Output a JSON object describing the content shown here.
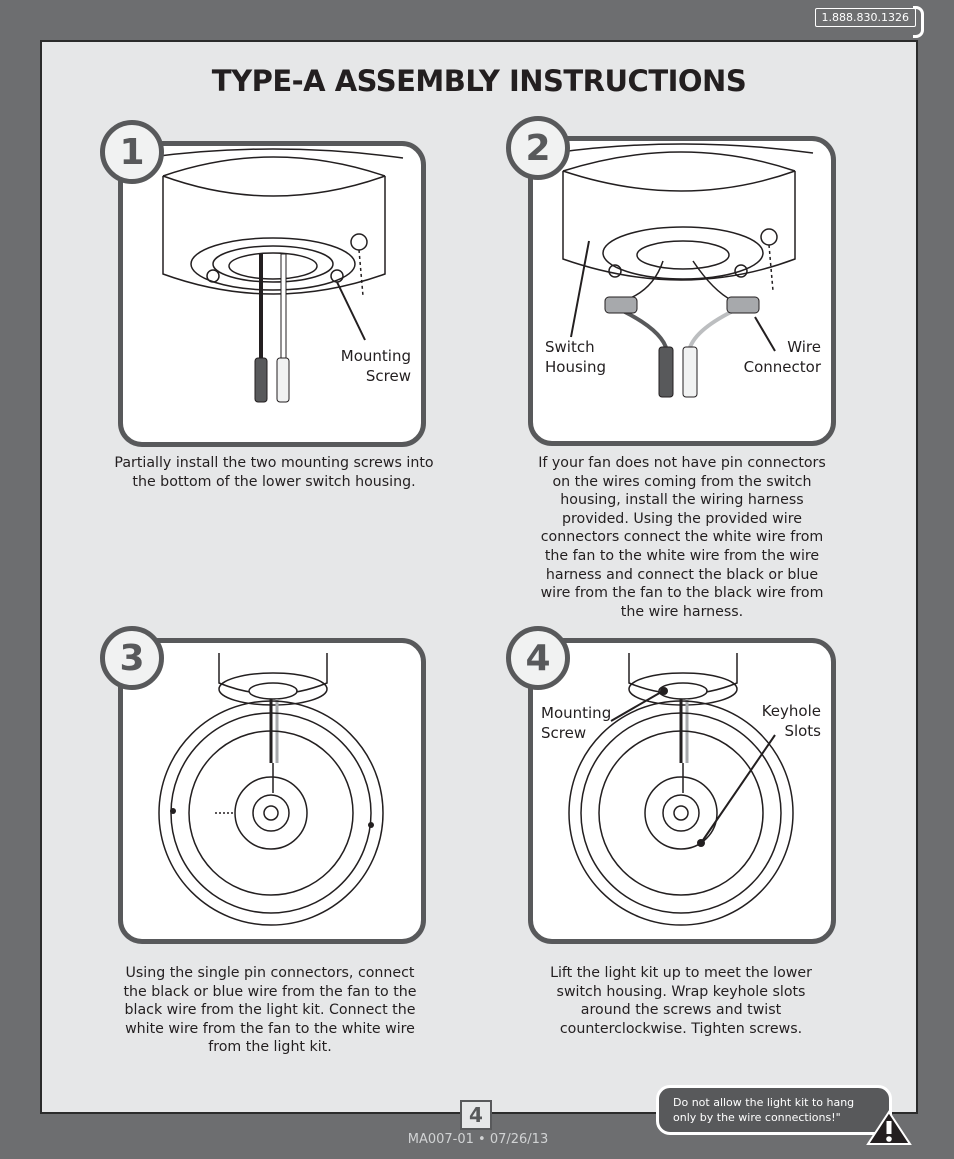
{
  "header": {
    "phone": "1.888.830.1326",
    "title": "TYPE-A ASSEMBLY INSTRUCTIONS"
  },
  "steps": [
    {
      "number": "1",
      "caption": "Partially install the two mounting  screws into the bottom of the lower switch housing.",
      "labels": {
        "mounting_screw_1": "Mounting",
        "mounting_screw_2": "Screw"
      }
    },
    {
      "number": "2",
      "caption": "If your fan does not have pin connectors on the wires coming from the switch housing, install the wiring harness provided. Using the provided wire connectors connect the white wire from the fan to the white wire from the wire harness and connect the black or blue wire from the fan to the black wire from the wire harness.",
      "labels": {
        "switch_1": "Switch",
        "switch_2": "Housing",
        "wire_1": "Wire",
        "wire_2": "Connector"
      }
    },
    {
      "number": "3",
      "caption": "Using the single pin connectors, connect the black or blue wire from the fan to the black wire from the light kit. Connect the white wire from the fan to the white wire from the light kit."
    },
    {
      "number": "4",
      "caption": "Lift the light kit up to meet the lower switch housing. Wrap keyhole slots around the screws and twist counterclockwise. Tighten screws.",
      "labels": {
        "mounting_1": "Mounting",
        "mounting_2": "Screw",
        "keyhole_1": "Keyhole",
        "keyhole_2": "Slots"
      }
    }
  ],
  "footer": {
    "page_number": "4",
    "doc_code": "MA007-01 • 07/26/13",
    "warning": "Do not allow the light kit to hang only by the wire connections!\""
  }
}
